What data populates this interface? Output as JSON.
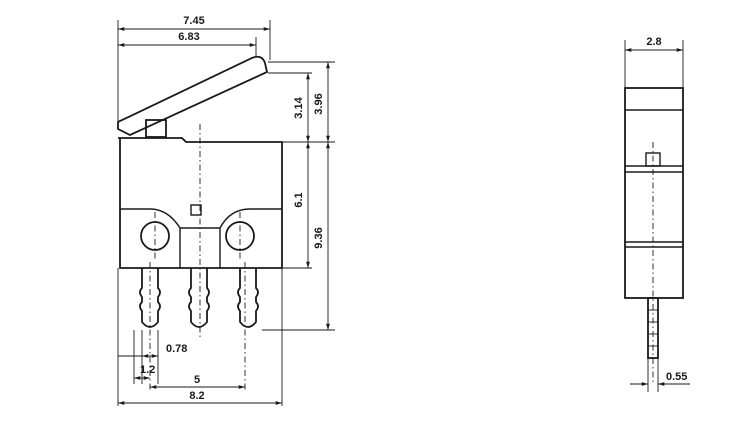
{
  "drawing": {
    "front_view": {
      "dimensions": {
        "overall_width_with_lever": "7.45",
        "lever_width": "6.83",
        "lever_height_min": "3.14",
        "lever_height_max": "3.96",
        "body_height": "6.1",
        "total_height": "9.36",
        "terminal_width": "0.78",
        "terminal_pitch_small": "1.2",
        "terminal_pitch": "5",
        "body_width": "8.2"
      }
    },
    "side_view": {
      "dimensions": {
        "body_thickness": "2.8",
        "terminal_thickness": "0.55"
      }
    }
  }
}
